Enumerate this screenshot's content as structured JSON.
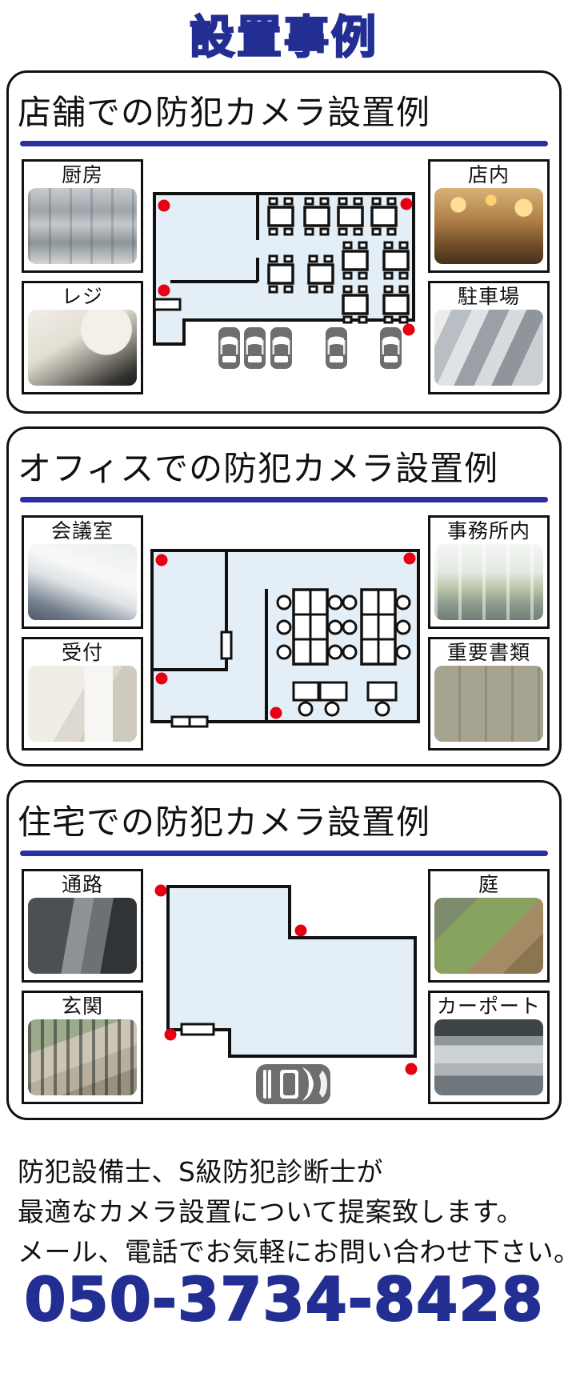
{
  "page": {
    "title": "設置事例",
    "phone": "050-3734-8428",
    "footer_lines": [
      "防犯設備士、S級防犯診断士が",
      "最適なカメラ設置について提案致します。",
      "メール、電話でお気軽にお問い合わせ下さい。"
    ]
  },
  "colors": {
    "navy_text": "#232e92",
    "underline": "#2b2fa0",
    "camera_dot": "#e60012",
    "plan_fill": "#e4eef6",
    "car_gray": "#6e6e6e",
    "border_black": "#111111"
  },
  "sections": [
    {
      "heading": "店舗での防犯カメラ設置例",
      "plan_type": "restaurant-floor-plan",
      "camera_spots": 4,
      "photos": [
        {
          "label": "厨房"
        },
        {
          "label": "レジ"
        },
        {
          "label": "店内"
        },
        {
          "label": "駐車場"
        }
      ]
    },
    {
      "heading": "オフィスでの防犯カメラ設置例",
      "plan_type": "office-floor-plan",
      "camera_spots": 4,
      "photos": [
        {
          "label": "会議室"
        },
        {
          "label": "受付"
        },
        {
          "label": "事務所内"
        },
        {
          "label": "重要書類"
        }
      ]
    },
    {
      "heading": "住宅での防犯カメラ設置例",
      "plan_type": "house-site-plan",
      "camera_spots": 4,
      "photos": [
        {
          "label": "通路"
        },
        {
          "label": "玄関"
        },
        {
          "label": "庭"
        },
        {
          "label": "カーポート"
        }
      ]
    }
  ]
}
